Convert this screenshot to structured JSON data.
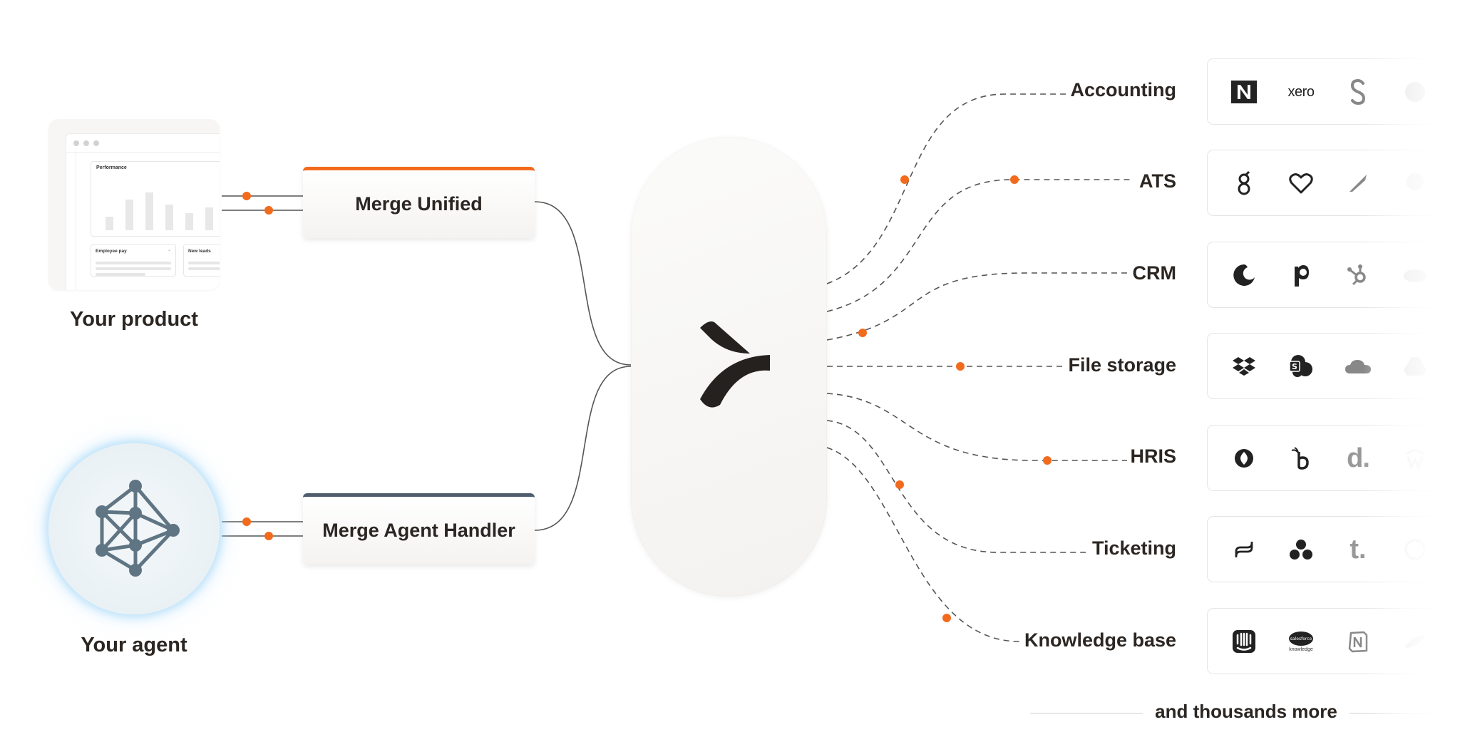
{
  "left": {
    "product_label": "Your product",
    "agent_label": "Your agent",
    "mockup": {
      "panel_title": "Performance",
      "panel_values": [
        0.2,
        0.45,
        0.55,
        0.38,
        0.25,
        0.33
      ],
      "small_panel_1": "Employee pay",
      "small_panel_2": "New leads"
    }
  },
  "products": {
    "unified": "Merge Unified",
    "agent_handler": "Merge Agent Handler"
  },
  "categories": [
    {
      "label": "Accounting",
      "logos": [
        "netsuite-icon",
        "xero-icon",
        "sage-icon",
        "quickbooks-icon"
      ],
      "xero_text": "xero"
    },
    {
      "label": "ATS",
      "logos": [
        "greenhouse-icon",
        "lever-icon",
        "workable-icon",
        "ats-other-icon"
      ]
    },
    {
      "label": "CRM",
      "logos": [
        "copper-icon",
        "pipedrive-icon",
        "hubspot-icon",
        "salesforce-icon"
      ]
    },
    {
      "label": "File storage",
      "logos": [
        "dropbox-icon",
        "sharepoint-icon",
        "onedrive-icon",
        "google-drive-icon"
      ]
    },
    {
      "label": "HRIS",
      "logos": [
        "rippling-icon",
        "bamboohr-icon",
        "deel-icon",
        "workday-icon"
      ],
      "deel_text": "d."
    },
    {
      "label": "Ticketing",
      "logos": [
        "zendesk-sell-icon",
        "asana-icon",
        "teamwork-icon",
        "github-icon"
      ],
      "teamwork_text": "t."
    },
    {
      "label": "Knowledge base",
      "logos": [
        "intercom-icon",
        "salesforce-knowledge-icon",
        "notion-icon",
        "confluence-icon"
      ],
      "sf_text_1": "salesforce",
      "sf_text_2": "knowledge"
    }
  ],
  "footer": {
    "more_label": "and thousands more"
  },
  "colors": {
    "accent": "#f26b1d",
    "agent_stroke": "#4f5d6c",
    "agent_icon": "#5f7584",
    "text": "#2b2622",
    "line": "#555555"
  }
}
